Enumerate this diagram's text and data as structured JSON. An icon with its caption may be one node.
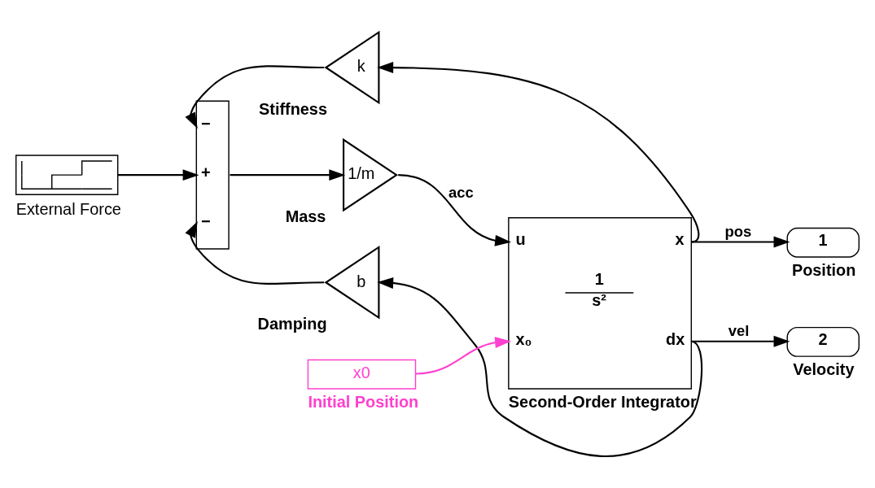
{
  "diagram": {
    "nodes": [
      {
        "text": [
          "k",
          "Stiffness"
        ]
      },
      {
        "text": [
          "External Force"
        ]
      },
      {
        "text": [
          "−",
          "+",
          "−"
        ]
      },
      {
        "text": [
          "1/m",
          "Mass"
        ]
      },
      {
        "text": [
          "u",
          "x",
          "1",
          "s²",
          "x₀",
          "dx",
          "Second-Order Integrator"
        ]
      },
      {
        "text": [
          "1",
          "Position"
        ]
      },
      {
        "text": [
          "x0",
          "Initial Position"
        ]
      },
      {
        "text": [
          "2",
          "Velocity"
        ]
      },
      {
        "text": [
          "b",
          "Damping"
        ]
      }
    ],
    "edges": [
      {
        "from": 1,
        "to": 2,
        "arrow": "to"
      },
      {
        "from": 2,
        "to": 3,
        "arrow": "to"
      },
      {
        "from": 3,
        "to": 4,
        "arrow": "to",
        "label": "acc"
      },
      {
        "from": 4,
        "to": 5,
        "arrow": "to",
        "label": "pos"
      },
      {
        "from": 4,
        "to": 0,
        "arrow": "to"
      },
      {
        "from": 0,
        "to": 2,
        "arrow": "to"
      },
      {
        "from": 4,
        "to": 7,
        "arrow": "to",
        "label": "vel"
      },
      {
        "from": 4,
        "to": 8,
        "arrow": "to"
      },
      {
        "from": 8,
        "to": 2,
        "arrow": "to"
      },
      {
        "from": 6,
        "to": 4,
        "arrow": "to",
        "color": "#ff40d0"
      }
    ]
  }
}
